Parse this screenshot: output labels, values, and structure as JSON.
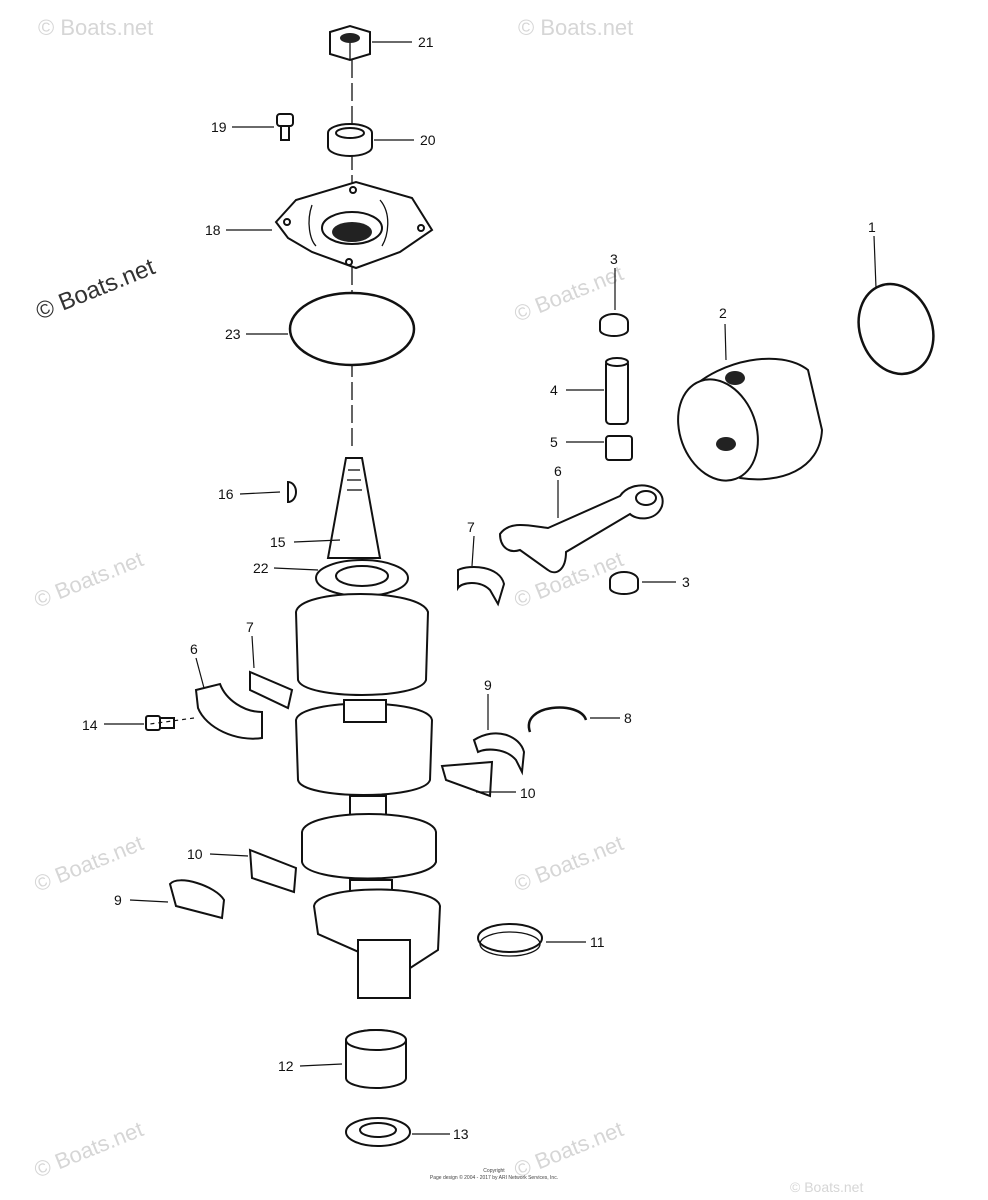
{
  "watermarks": [
    "© Boats.net",
    "© Boats.net",
    "© Boats.net",
    "© Boats.net",
    "© Boats.net",
    "© Boats.net",
    "© Boats.net",
    "© Boats.net",
    "© Boats.net",
    "© Boats.net",
    "© Boats.net"
  ],
  "callouts": [
    "1",
    "2",
    "3",
    "3",
    "4",
    "5",
    "6",
    "6",
    "7",
    "7",
    "8",
    "9",
    "9",
    "10",
    "10",
    "11",
    "12",
    "13",
    "14",
    "15",
    "16",
    "18",
    "19",
    "20",
    "21",
    "22",
    "23"
  ],
  "copyright": {
    "line1": "Copyright",
    "line2": "Page design © 2004 - 2017 by ARI Network Services, Inc."
  }
}
